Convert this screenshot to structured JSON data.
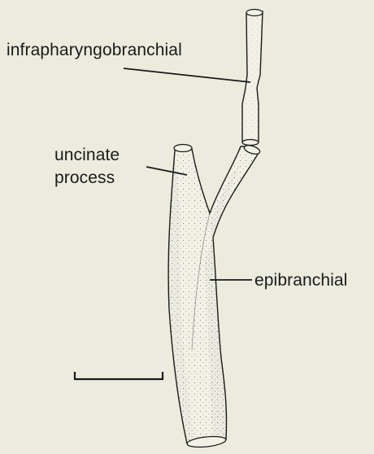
{
  "figure": {
    "labels": {
      "infrapharyngobranchial": "infrapharyngobranchial",
      "uncinate_line1": "uncinate",
      "uncinate_line2": "process",
      "epibranchial": "epibranchial"
    },
    "colors": {
      "background": "#ececde",
      "ink": "#1a1a1a",
      "bone_fill": "#f1f1e6",
      "stipple": "#2a2a2a"
    }
  }
}
